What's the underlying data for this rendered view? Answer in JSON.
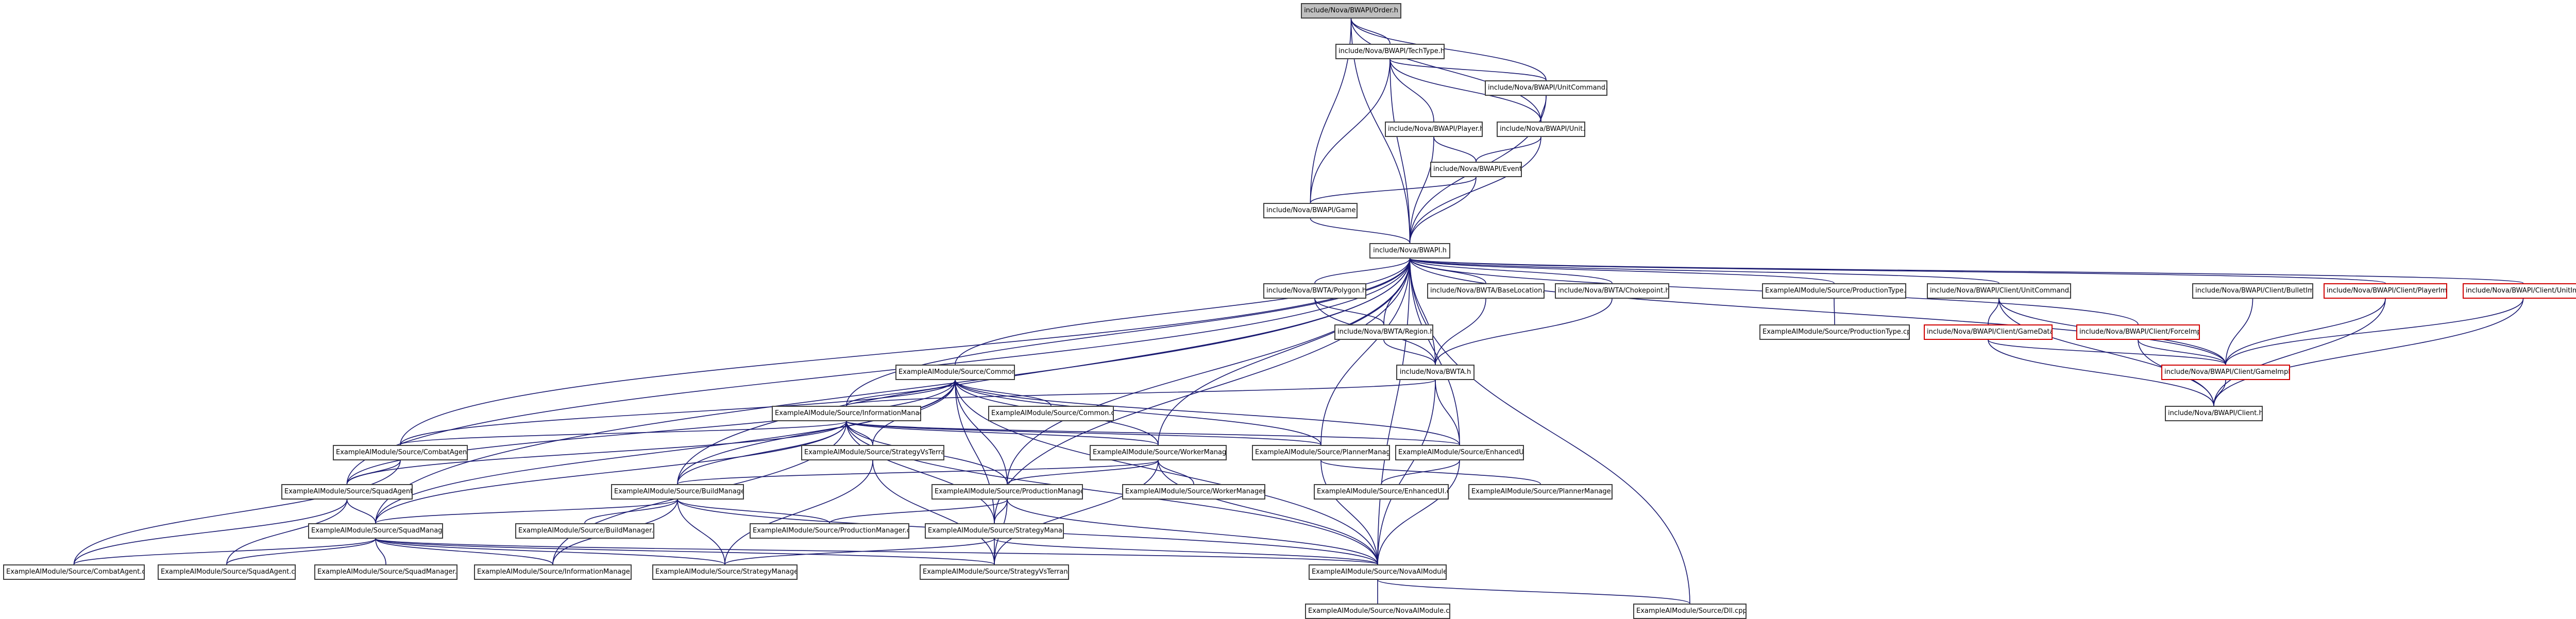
{
  "colors": {
    "edge": "#191970",
    "edge_dark": "#0b0b5a",
    "node_border": "#3f3f3f",
    "node_border_truncated": "#d00000",
    "root_fill": "#bfbfbf",
    "node_fill": "#ffffff"
  },
  "nodes": [
    {
      "id": "order",
      "label": "include/Nova/BWAPI/Order.h",
      "style": "root"
    },
    {
      "id": "techtype",
      "label": "include/Nova/BWAPI/TechType.h"
    },
    {
      "id": "unitcommand",
      "label": "include/Nova/BWAPI/UnitCommand.h"
    },
    {
      "id": "player",
      "label": "include/Nova/BWAPI/Player.h"
    },
    {
      "id": "unit",
      "label": "include/Nova/BWAPI/Unit.h"
    },
    {
      "id": "event",
      "label": "include/Nova/BWAPI/Event.h"
    },
    {
      "id": "game",
      "label": "include/Nova/BWAPI/Game.h"
    },
    {
      "id": "bwapi",
      "label": "include/Nova/BWAPI.h"
    },
    {
      "id": "polygon",
      "label": "include/Nova/BWTA/Polygon.h"
    },
    {
      "id": "baselocation",
      "label": "include/Nova/BWTA/BaseLocation.h"
    },
    {
      "id": "chokepoint",
      "label": "include/Nova/BWTA/Chokepoint.h"
    },
    {
      "id": "region",
      "label": "include/Nova/BWTA/Region.h"
    },
    {
      "id": "bwta",
      "label": "include/Nova/BWTA.h"
    },
    {
      "id": "productiontype_h",
      "label": "ExampleAIModule/Source/ProductionType.h"
    },
    {
      "id": "productiontype_cpp",
      "label": "ExampleAIModule/Source/ProductionType.cpp"
    },
    {
      "id": "client_unitcommand",
      "label": "include/Nova/BWAPI/Client/UnitCommand.h"
    },
    {
      "id": "client_bulletimpl",
      "label": "include/Nova/BWAPI/Client/BulletImpl.h"
    },
    {
      "id": "client_gamedata",
      "label": "include/Nova/BWAPI/Client/GameData.h",
      "style": "red"
    },
    {
      "id": "client_forceimpl",
      "label": "include/Nova/BWAPI/Client/ForceImpl.h",
      "style": "red"
    },
    {
      "id": "client_playerimpl",
      "label": "include/Nova/BWAPI/Client/PlayerImpl.h",
      "style": "red"
    },
    {
      "id": "client_unitimpl",
      "label": "include/Nova/BWAPI/Client/UnitImpl.h",
      "style": "red"
    },
    {
      "id": "client_gameimpl",
      "label": "include/Nova/BWAPI/Client/GameImpl.h",
      "style": "red"
    },
    {
      "id": "client_h",
      "label": "include/Nova/BWAPI/Client.h"
    },
    {
      "id": "common_h",
      "label": "ExampleAIModule/Source/Common.h"
    },
    {
      "id": "common_cpp",
      "label": "ExampleAIModule/Source/Common.cpp"
    },
    {
      "id": "informationmanager_h",
      "label": "ExampleAIModule/Source/InformationManager.h"
    },
    {
      "id": "strategyvsterran_h",
      "label": "ExampleAIModule/Source/StrategyVsTerran.h"
    },
    {
      "id": "plannermanager_h",
      "label": "ExampleAIModule/Source/PlannerManager.h"
    },
    {
      "id": "enhancedui_h",
      "label": "ExampleAIModule/Source/EnhancedUI.h"
    },
    {
      "id": "combatagent_h",
      "label": "ExampleAIModule/Source/CombatAgent.h"
    },
    {
      "id": "workermanager_h",
      "label": "ExampleAIModule/Source/WorkerManager.h"
    },
    {
      "id": "squadagent_h",
      "label": "ExampleAIModule/Source/SquadAgent.h"
    },
    {
      "id": "buildmanager_h",
      "label": "ExampleAIModule/Source/BuildManager.h"
    },
    {
      "id": "productionmanager_h",
      "label": "ExampleAIModule/Source/ProductionManager.h"
    },
    {
      "id": "workermanager_cpp",
      "label": "ExampleAIModule/Source/WorkerManager.cpp"
    },
    {
      "id": "enhancedui_cpp",
      "label": "ExampleAIModule/Source/EnhancedUI.cpp"
    },
    {
      "id": "plannermanager_cpp",
      "label": "ExampleAIModule/Source/PlannerManager.cpp"
    },
    {
      "id": "buildmanager_cpp",
      "label": "ExampleAIModule/Source/BuildManager.cpp"
    },
    {
      "id": "productionmanager_cpp",
      "label": "ExampleAIModule/Source/ProductionManager.cpp"
    },
    {
      "id": "squadmanager_h",
      "label": "ExampleAIModule/Source/SquadManager.h"
    },
    {
      "id": "strategymanager_h",
      "label": "ExampleAIModule/Source/StrategyManager.h"
    },
    {
      "id": "combatagent_cpp",
      "label": "ExampleAIModule/Source/CombatAgent.cpp"
    },
    {
      "id": "squadagent_cpp",
      "label": "ExampleAIModule/Source/SquadAgent.cpp"
    },
    {
      "id": "squadmanager_cpp",
      "label": "ExampleAIModule/Source/SquadManager.cpp"
    },
    {
      "id": "informationmanager_cpp",
      "label": "ExampleAIModule/Source/InformationManager.cpp"
    },
    {
      "id": "strategymanager_cpp",
      "label": "ExampleAIModule/Source/StrategyManager.cpp"
    },
    {
      "id": "strategyvsterran_cpp",
      "label": "ExampleAIModule/Source/StrategyVsTerran.cpp"
    },
    {
      "id": "novaaimodule_h",
      "label": "ExampleAIModule/Source/NovaAIModule.h"
    },
    {
      "id": "novaaimodule_cpp",
      "label": "ExampleAIModule/Source/NovaAIModule.cpp"
    },
    {
      "id": "dll_cpp",
      "label": "ExampleAIModule/Source/Dll.cpp"
    }
  ],
  "edges": [
    [
      "order",
      "techtype"
    ],
    [
      "order",
      "unitcommand"
    ],
    [
      "order",
      "unit"
    ],
    [
      "order",
      "game"
    ],
    [
      "order",
      "bwapi"
    ],
    [
      "techtype",
      "unitcommand"
    ],
    [
      "techtype",
      "player"
    ],
    [
      "techtype",
      "unit"
    ],
    [
      "techtype",
      "game"
    ],
    [
      "techtype",
      "bwapi"
    ],
    [
      "unitcommand",
      "unit"
    ],
    [
      "unitcommand",
      "bwapi"
    ],
    [
      "player",
      "event"
    ],
    [
      "player",
      "bwapi"
    ],
    [
      "unit",
      "event"
    ],
    [
      "unit",
      "bwapi"
    ],
    [
      "event",
      "game"
    ],
    [
      "event",
      "bwapi"
    ],
    [
      "game",
      "bwapi"
    ],
    [
      "bwapi",
      "polygon"
    ],
    [
      "bwapi",
      "region"
    ],
    [
      "bwapi",
      "baselocation"
    ],
    [
      "bwapi",
      "chokepoint"
    ],
    [
      "bwapi",
      "bwta"
    ],
    [
      "bwapi",
      "productiontype_h"
    ],
    [
      "bwapi",
      "client_unitcommand"
    ],
    [
      "bwapi",
      "client_forceimpl"
    ],
    [
      "bwapi",
      "client_playerimpl"
    ],
    [
      "bwapi",
      "client_unitimpl"
    ],
    [
      "bwapi",
      "client_gameimpl"
    ],
    [
      "bwapi",
      "common_h"
    ],
    [
      "bwapi",
      "informationmanager_h"
    ],
    [
      "bwapi",
      "combatagent_h"
    ],
    [
      "bwapi",
      "squadagent_h"
    ],
    [
      "bwapi",
      "buildmanager_h"
    ],
    [
      "bwapi",
      "squadmanager_h"
    ],
    [
      "bwapi",
      "workermanager_h"
    ],
    [
      "bwapi",
      "productionmanager_h"
    ],
    [
      "bwapi",
      "plannermanager_h"
    ],
    [
      "bwapi",
      "enhancedui_h"
    ],
    [
      "bwapi",
      "strategymanager_h"
    ],
    [
      "bwapi",
      "novaaimodule_h"
    ],
    [
      "bwapi",
      "dll_cpp"
    ],
    [
      "polygon",
      "region"
    ],
    [
      "polygon",
      "bwta"
    ],
    [
      "region",
      "bwta"
    ],
    [
      "baselocation",
      "bwta"
    ],
    [
      "chokepoint",
      "bwta"
    ],
    [
      "bwta",
      "informationmanager_h"
    ],
    [
      "bwta",
      "enhancedui_h"
    ],
    [
      "bwta",
      "novaaimodule_h"
    ],
    [
      "productiontype_h",
      "productiontype_cpp"
    ],
    [
      "client_unitcommand",
      "client_gamedata"
    ],
    [
      "client_unitcommand",
      "client_gameimpl"
    ],
    [
      "client_unitcommand",
      "client_h"
    ],
    [
      "client_bulletimpl",
      "client_gameimpl"
    ],
    [
      "client_gamedata",
      "client_gameimpl"
    ],
    [
      "client_gamedata",
      "client_h"
    ],
    [
      "client_forceimpl",
      "client_gameimpl"
    ],
    [
      "client_forceimpl",
      "client_h"
    ],
    [
      "client_playerimpl",
      "client_gameimpl"
    ],
    [
      "client_playerimpl",
      "client_h"
    ],
    [
      "client_unitimpl",
      "client_gameimpl"
    ],
    [
      "client_unitimpl",
      "client_h"
    ],
    [
      "client_gameimpl",
      "client_h"
    ],
    [
      "common_h",
      "common_cpp"
    ],
    [
      "common_h",
      "informationmanager_h"
    ],
    [
      "common_h",
      "strategyvsterran_h"
    ],
    [
      "common_h",
      "plannermanager_h"
    ],
    [
      "common_h",
      "enhancedui_h"
    ],
    [
      "common_h",
      "combatagent_h"
    ],
    [
      "common_h",
      "workermanager_h"
    ],
    [
      "common_h",
      "squadagent_h"
    ],
    [
      "common_h",
      "buildmanager_h"
    ],
    [
      "common_h",
      "productionmanager_h"
    ],
    [
      "common_h",
      "squadmanager_h"
    ],
    [
      "common_h",
      "strategymanager_h"
    ],
    [
      "common_h",
      "novaaimodule_h"
    ],
    [
      "informationmanager_h",
      "strategyvsterran_h"
    ],
    [
      "informationmanager_h",
      "plannermanager_h"
    ],
    [
      "informationmanager_h",
      "enhancedui_h"
    ],
    [
      "informationmanager_h",
      "combatagent_h"
    ],
    [
      "informationmanager_h",
      "workermanager_h"
    ],
    [
      "informationmanager_h",
      "squadagent_h"
    ],
    [
      "informationmanager_h",
      "buildmanager_h"
    ],
    [
      "informationmanager_h",
      "productionmanager_h"
    ],
    [
      "informationmanager_h",
      "squadmanager_h"
    ],
    [
      "informationmanager_h",
      "strategymanager_h"
    ],
    [
      "informationmanager_h",
      "informationmanager_cpp"
    ],
    [
      "informationmanager_h",
      "novaaimodule_h"
    ],
    [
      "strategyvsterran_h",
      "strategyvsterran_cpp"
    ],
    [
      "strategyvsterran_h",
      "strategymanager_cpp"
    ],
    [
      "plannermanager_h",
      "plannermanager_cpp"
    ],
    [
      "plannermanager_h",
      "novaaimodule_h"
    ],
    [
      "enhancedui_h",
      "enhancedui_cpp"
    ],
    [
      "enhancedui_h",
      "novaaimodule_h"
    ],
    [
      "combatagent_h",
      "squadagent_h"
    ],
    [
      "combatagent_h",
      "combatagent_cpp"
    ],
    [
      "workermanager_h",
      "workermanager_cpp"
    ],
    [
      "workermanager_h",
      "buildmanager_h"
    ],
    [
      "workermanager_h",
      "productionmanager_h"
    ],
    [
      "workermanager_h",
      "novaaimodule_h"
    ],
    [
      "workermanager_h",
      "strategyvsterran_cpp"
    ],
    [
      "squadagent_h",
      "squadmanager_h"
    ],
    [
      "squadagent_h",
      "squadagent_cpp"
    ],
    [
      "squadagent_h",
      "combatagent_cpp"
    ],
    [
      "buildmanager_h",
      "buildmanager_cpp"
    ],
    [
      "buildmanager_h",
      "productionmanager_cpp"
    ],
    [
      "buildmanager_h",
      "squadmanager_h"
    ],
    [
      "buildmanager_h",
      "strategymanager_cpp"
    ],
    [
      "buildmanager_h",
      "novaaimodule_h"
    ],
    [
      "buildmanager_h",
      "informationmanager_cpp"
    ],
    [
      "productionmanager_h",
      "productionmanager_cpp"
    ],
    [
      "productionmanager_h",
      "strategymanager_h"
    ],
    [
      "productionmanager_h",
      "novaaimodule_h"
    ],
    [
      "productionmanager_h",
      "strategyvsterran_cpp"
    ],
    [
      "squadmanager_h",
      "squadmanager_cpp"
    ],
    [
      "squadmanager_h",
      "squadagent_cpp"
    ],
    [
      "squadmanager_h",
      "combatagent_cpp"
    ],
    [
      "squadmanager_h",
      "informationmanager_cpp"
    ],
    [
      "squadmanager_h",
      "strategymanager_cpp"
    ],
    [
      "squadmanager_h",
      "strategyvsterran_cpp"
    ],
    [
      "squadmanager_h",
      "novaaimodule_h"
    ],
    [
      "strategymanager_h",
      "strategymanager_cpp"
    ],
    [
      "strategymanager_h",
      "strategyvsterran_cpp"
    ],
    [
      "strategymanager_h",
      "novaaimodule_h"
    ],
    [
      "novaaimodule_h",
      "novaaimodule_cpp"
    ],
    [
      "novaaimodule_h",
      "dll_cpp"
    ]
  ]
}
